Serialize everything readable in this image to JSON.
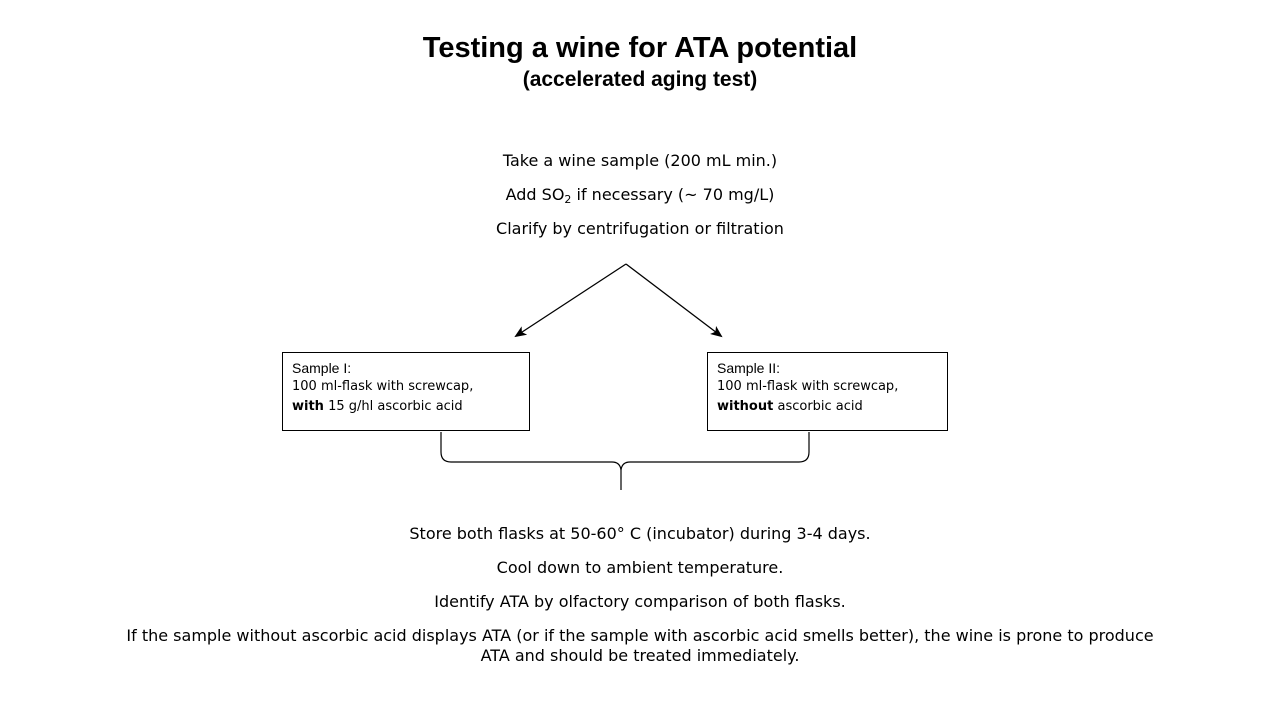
{
  "title": "Testing a wine for ATA potential",
  "subtitle": "(accelerated aging test)",
  "prep_steps": {
    "sample": "Take a wine sample (200 mL min.)",
    "so2_before": "Add SO",
    "so2_sub": "2",
    "so2_after": " if necessary (~ 70 mg/L)",
    "clarify": "Clarify by centrifugation or filtration"
  },
  "sample_1": {
    "heading": "Sample I:",
    "line1": "100 ml-flask with screwcap,",
    "line2_bold": "with",
    "line2_rest": " 15 g/hl ascorbic acid"
  },
  "sample_2": {
    "heading": "Sample II:",
    "line1": "100 ml-flask with screwcap,",
    "line2_bold": "without",
    "line2_rest": " ascorbic acid"
  },
  "post_steps": {
    "store": "Store both flasks at 50-60° C (incubator) during 3-4 days.",
    "cool": "Cool down to ambient temperature.",
    "identify": "Identify ATA by olfactory comparison of both flasks.",
    "conclusion": "If the sample without ascorbic acid displays ATA (or if the sample with ascorbic acid smells better), the wine is prone to produce ATA and should be treated immediately."
  }
}
